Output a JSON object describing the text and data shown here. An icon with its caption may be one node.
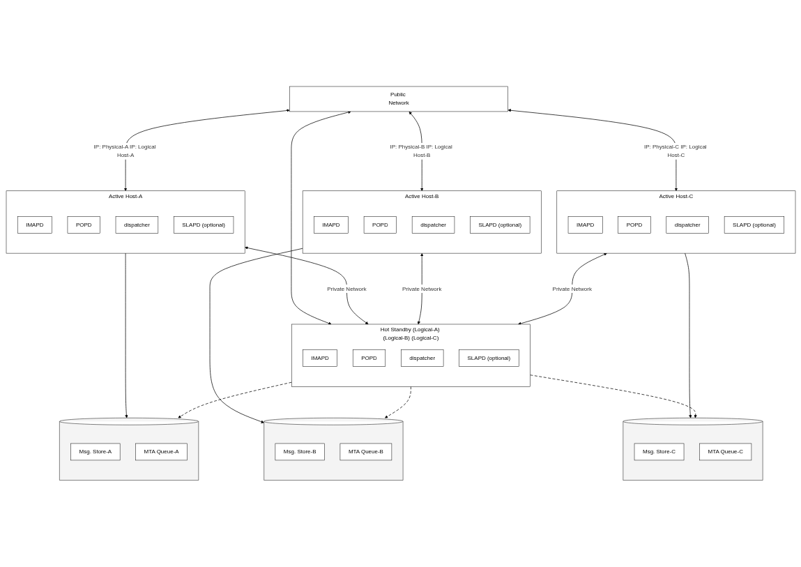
{
  "diagram": {
    "nodes": [
      {
        "text": [
          "Public Network"
        ]
      },
      {
        "text": [
          "Active Host-A"
        ]
      },
      {
        "text": [
          "IMAPD"
        ],
        "in": 1
      },
      {
        "text": [
          "POPD"
        ],
        "in": 1
      },
      {
        "text": [
          "dispatcher"
        ],
        "in": 1
      },
      {
        "text": [
          "SLAPD (optional)"
        ],
        "in": 1
      },
      {
        "text": [
          "Active Host-B"
        ]
      },
      {
        "text": [
          "IMAPD"
        ],
        "in": 6
      },
      {
        "text": [
          "POPD"
        ],
        "in": 6
      },
      {
        "text": [
          "dispatcher"
        ],
        "in": 6
      },
      {
        "text": [
          "SLAPD (optional)"
        ],
        "in": 6
      },
      {
        "text": [
          "Active Host-C"
        ]
      },
      {
        "text": [
          "IMAPD"
        ],
        "in": 11
      },
      {
        "text": [
          "POPD"
        ],
        "in": 11
      },
      {
        "text": [
          "dispatcher"
        ],
        "in": 11
      },
      {
        "text": [
          "SLAPD (optional)"
        ],
        "in": 11
      },
      {
        "text": [
          "Hot Standby (Logical-A) (Logical-B) (Logical-C)"
        ]
      },
      {
        "text": [
          "IMAPD"
        ],
        "in": 16
      },
      {
        "text": [
          "POPD"
        ],
        "in": 16
      },
      {
        "text": [
          "dispatcher"
        ],
        "in": 16
      },
      {
        "text": [
          "SLAPD (optional)"
        ],
        "in": 16
      },
      {
        "text": [],
        "shape": "cylinder"
      },
      {
        "text": [
          "Msg. Store-A"
        ],
        "in": 21
      },
      {
        "text": [
          "MTA Queue-A"
        ],
        "in": 21
      },
      {
        "text": [],
        "shape": "cylinder"
      },
      {
        "text": [
          "Msg. Store-B"
        ],
        "in": 24
      },
      {
        "text": [
          "MTA Queue-B"
        ],
        "in": 24
      },
      {
        "text": [],
        "shape": "cylinder"
      },
      {
        "text": [
          "Msg. Store-C"
        ],
        "in": 27
      },
      {
        "text": [
          "MTA Queue-C"
        ],
        "in": 27
      }
    ],
    "edges": [
      {
        "from": 0,
        "to": 1,
        "arrow": "both",
        "label": "IP: Physical-A IP: Logical Host-A"
      },
      {
        "from": 0,
        "to": 6,
        "arrow": "both",
        "label": "IP: Physical-B IP: Logical Host-B"
      },
      {
        "from": 0,
        "to": 11,
        "arrow": "both",
        "label": "IP: Physical-C IP: Logical Host-C"
      },
      {
        "from": 0,
        "to": 16,
        "arrow": "both"
      },
      {
        "from": 1,
        "to": 16,
        "arrow": "both",
        "label": "Private Network"
      },
      {
        "from": 6,
        "to": 16,
        "arrow": "both",
        "label": "Private Network"
      },
      {
        "from": 11,
        "to": 16,
        "arrow": "both",
        "label": "Private Network"
      },
      {
        "from": 1,
        "to": 21,
        "arrow": "to"
      },
      {
        "from": 6,
        "to": 24,
        "arrow": "to"
      },
      {
        "from": 11,
        "to": 27,
        "arrow": "to"
      },
      {
        "from": 16,
        "to": 21,
        "arrow": "to",
        "style": "dashed"
      },
      {
        "from": 16,
        "to": 24,
        "arrow": "to",
        "style": "dashed"
      },
      {
        "from": 16,
        "to": 27,
        "arrow": "to",
        "style": "dashed"
      }
    ]
  }
}
